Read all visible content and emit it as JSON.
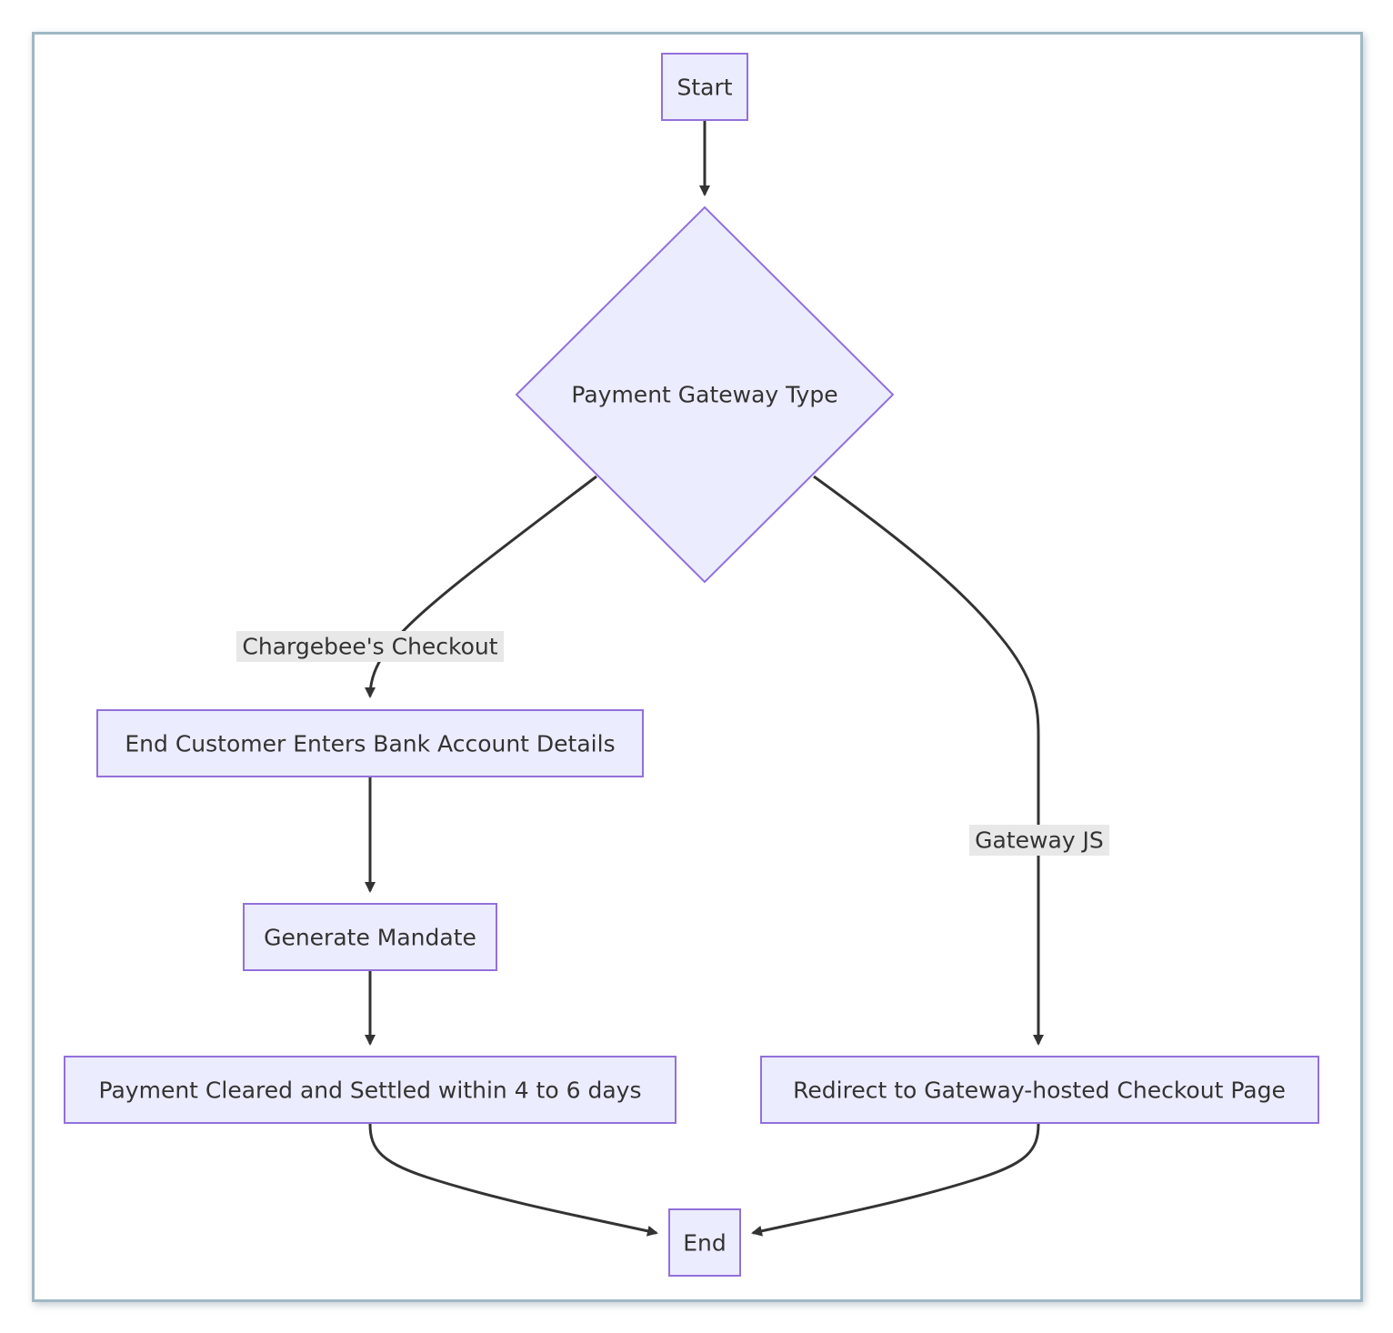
{
  "nodes": {
    "start": "Start",
    "decision": "Payment Gateway Type",
    "enter_details": "End Customer Enters Bank Account Details",
    "mandate": "Generate Mandate",
    "cleared": "Payment Cleared and Settled within 4 to 6 days",
    "redirect": "Redirect to Gateway-hosted Checkout Page",
    "end": "End"
  },
  "edge_labels": {
    "chargebee": "Chargebee's Checkout",
    "gateway_js": "Gateway JS"
  },
  "colors": {
    "node_fill": "#ececff",
    "node_stroke": "#9370db",
    "edge": "#333333",
    "label_bg": "#e8e8e8",
    "frame": "#9fb8c4"
  }
}
